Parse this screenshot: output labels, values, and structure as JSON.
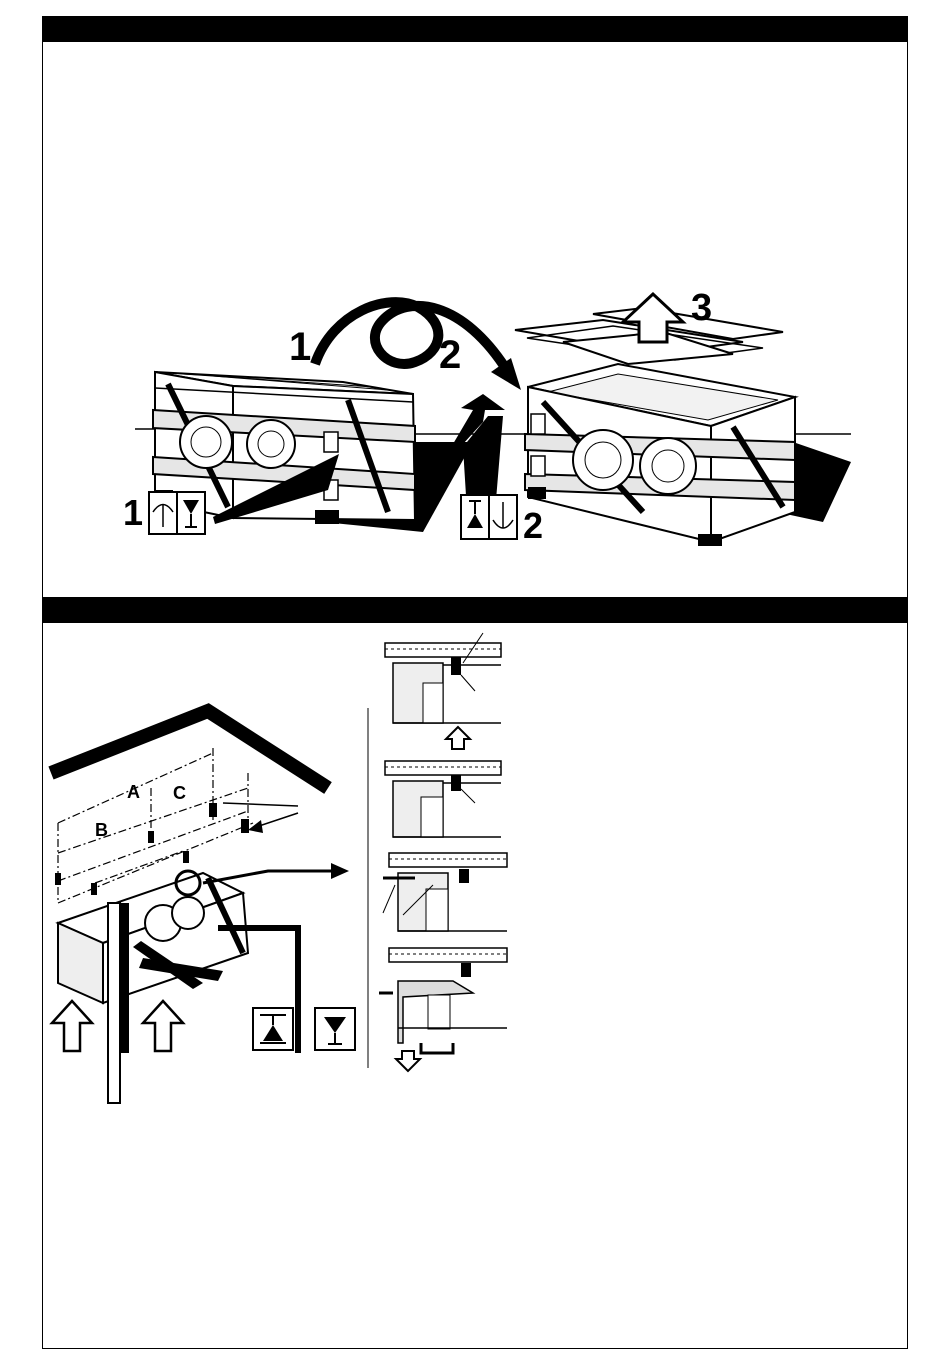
{
  "step1": {
    "badge_left": "1",
    "badge_right": "2",
    "arrow_1": "1",
    "arrow_2": "2",
    "arrow_3": "3",
    "icons_left": [
      "umbrella-icon",
      "wine-glass-icon"
    ],
    "icons_right": [
      "wine-glass-icon",
      "umbrella-icon"
    ]
  },
  "step2": {
    "dim_a": "A",
    "dim_b": "B",
    "dim_c": "C",
    "icons": [
      "hourglass-icon",
      "wine-glass-icon"
    ]
  }
}
